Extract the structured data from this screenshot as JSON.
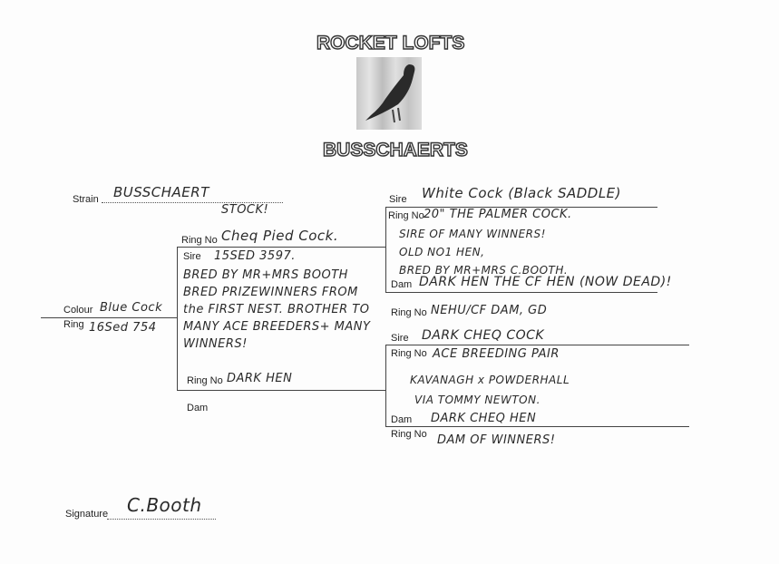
{
  "header": {
    "title": "ROCKET LOFTS",
    "subtitle": "BUSSCHAERTS",
    "photo": "pigeon-photo"
  },
  "subject": {
    "strain_label": "Strain",
    "strain_value": "BUSSCHAERT",
    "strain_note": "STOCK!",
    "colour_label": "Colour",
    "colour_value": "Blue Cock",
    "ring_label": "Ring",
    "ring_value": "16Sed 754"
  },
  "parents": {
    "sire_ring_label": "Ring No",
    "sire_name": "Cheq Pied Cock.",
    "sire_label": "Sire",
    "sire_ring": "15SED 3597.",
    "sire_notes": [
      "BRED BY MR+MRS BOOTH",
      "BRED PRIZEWINNERS FROM",
      "the FIRST NEST. BROTHER TO",
      "MANY ACE BREEDERS+ MANY",
      "WINNERS!"
    ],
    "dam_ring_label": "Ring No",
    "dam_name": "DARK HEN",
    "dam_label": "Dam"
  },
  "sire_parents": {
    "sire_label": "Sire",
    "sire_name": "White Cock (Black SADDLE)",
    "ring_label": "Ring No",
    "ring_value": "20\" THE PALMER COCK.",
    "notes": [
      "SIRE OF MANY WINNERS!",
      "OLD NO1 HEN,",
      "BRED BY MR+MRS C.BOOTH."
    ],
    "dam_label": "Dam",
    "dam_name": "DARK HEN  THE CF HEN (NOW DEAD)!",
    "dam_ring_label": "Ring No",
    "dam_ring_value": "NEHU/CF DAM, GD"
  },
  "dam_parents": {
    "sire_label": "Sire",
    "sire_name": "DARK CHEQ COCK",
    "ring_label": "Ring No",
    "ring_value": "ACE BREEDING PAIR",
    "notes": [
      "KAVANAGH x POWDERHALL",
      "VIA TOMMY NEWTON."
    ],
    "dam_label": "Dam",
    "dam_name": "DARK CHEQ HEN",
    "dam_ring_label": "Ring No",
    "dam_ring_value": "DAM OF WINNERS!"
  },
  "footer": {
    "signature_label": "Signature",
    "signature_value": "C.Booth"
  }
}
